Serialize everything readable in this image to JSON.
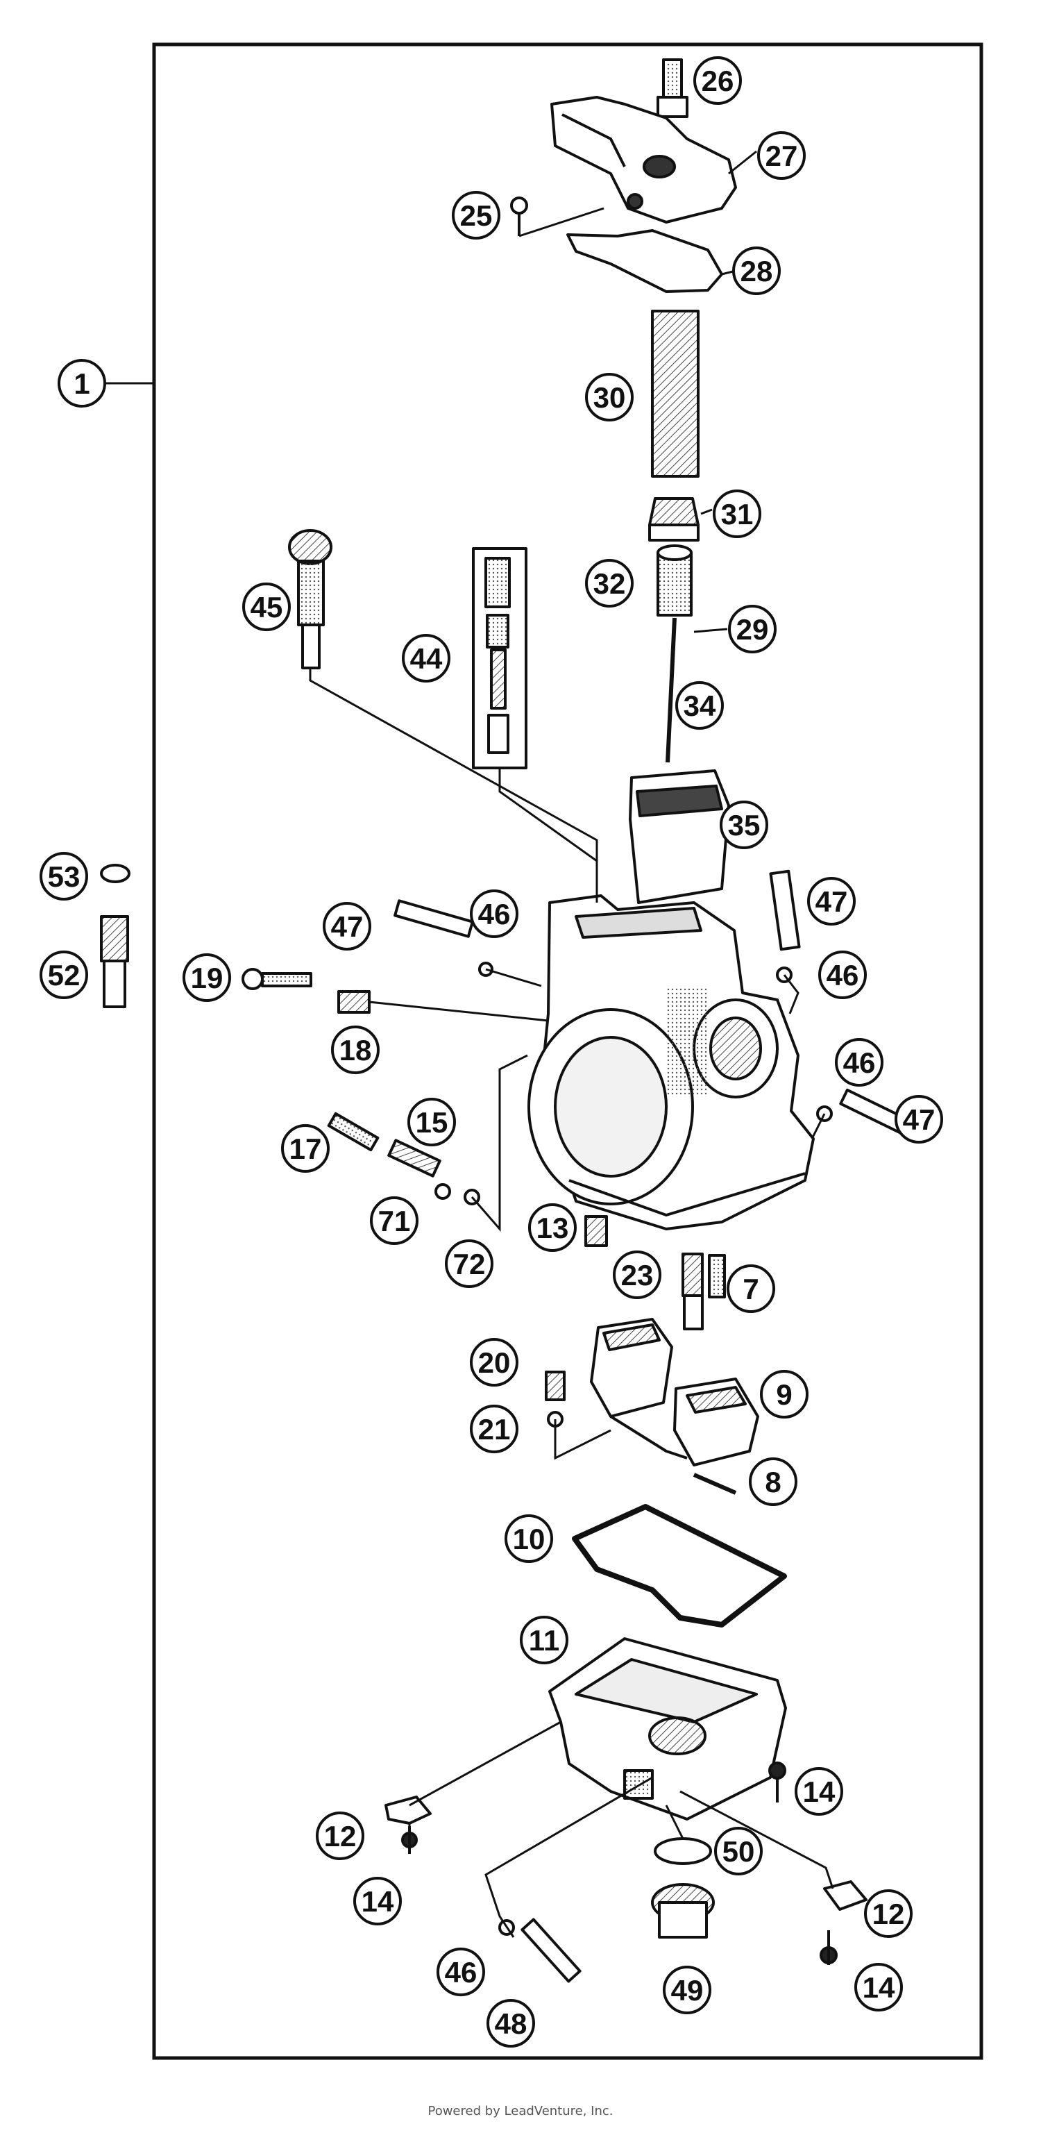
{
  "diagram": {
    "type": "exploded-parts-diagram",
    "callouts": [
      {
        "id": "1",
        "label": "1"
      },
      {
        "id": "25",
        "label": "25"
      },
      {
        "id": "26",
        "label": "26"
      },
      {
        "id": "27",
        "label": "27"
      },
      {
        "id": "28",
        "label": "28"
      },
      {
        "id": "30",
        "label": "30"
      },
      {
        "id": "31",
        "label": "31"
      },
      {
        "id": "32",
        "label": "32"
      },
      {
        "id": "29",
        "label": "29"
      },
      {
        "id": "34",
        "label": "34"
      },
      {
        "id": "45",
        "label": "45"
      },
      {
        "id": "44",
        "label": "44"
      },
      {
        "id": "35",
        "label": "35"
      },
      {
        "id": "53",
        "label": "53"
      },
      {
        "id": "52",
        "label": "52"
      },
      {
        "id": "47a",
        "label": "47"
      },
      {
        "id": "46a",
        "label": "46"
      },
      {
        "id": "47b",
        "label": "47"
      },
      {
        "id": "46b",
        "label": "46"
      },
      {
        "id": "19",
        "label": "19"
      },
      {
        "id": "18",
        "label": "18"
      },
      {
        "id": "46c",
        "label": "46"
      },
      {
        "id": "47c",
        "label": "47"
      },
      {
        "id": "17",
        "label": "17"
      },
      {
        "id": "15",
        "label": "15"
      },
      {
        "id": "71",
        "label": "71"
      },
      {
        "id": "72",
        "label": "72"
      },
      {
        "id": "13",
        "label": "13"
      },
      {
        "id": "23",
        "label": "23"
      },
      {
        "id": "7",
        "label": "7"
      },
      {
        "id": "20",
        "label": "20"
      },
      {
        "id": "21",
        "label": "21"
      },
      {
        "id": "9",
        "label": "9"
      },
      {
        "id": "8",
        "label": "8"
      },
      {
        "id": "10",
        "label": "10"
      },
      {
        "id": "11",
        "label": "11"
      },
      {
        "id": "14a",
        "label": "14"
      },
      {
        "id": "12a",
        "label": "12"
      },
      {
        "id": "14b",
        "label": "14"
      },
      {
        "id": "50",
        "label": "50"
      },
      {
        "id": "12b",
        "label": "12"
      },
      {
        "id": "46d",
        "label": "46"
      },
      {
        "id": "14c",
        "label": "14"
      },
      {
        "id": "48",
        "label": "48"
      },
      {
        "id": "49",
        "label": "49"
      }
    ]
  },
  "footer": {
    "text": "Powered by LeadVenture, Inc."
  }
}
